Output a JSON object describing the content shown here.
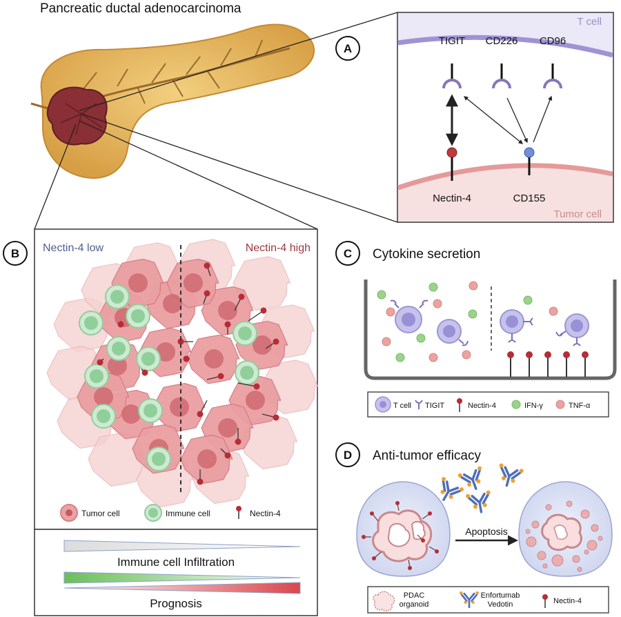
{
  "title": "Pancreatic ductal adenocarcinoma",
  "panel_a": {
    "letter": "A",
    "t_cell": "T cell",
    "tumor_cell": "Tumor cell",
    "receptors": [
      "TIGIT",
      "CD226",
      "CD96"
    ],
    "ligands": [
      "Nectin-4",
      "CD155"
    ]
  },
  "panel_b": {
    "letter": "B",
    "low_label": "Nectin-4 low",
    "high_label": "Nectin-4 high",
    "legend": [
      "Tumor cell",
      "Immune cell",
      "Nectin-4"
    ],
    "infiltration_label": "Immune cell Infiltration",
    "prognosis_label": "Prognosis"
  },
  "panel_c": {
    "letter": "C",
    "title": "Cytokine secretion",
    "legend": [
      "T cell",
      "TIGIT",
      "Nectin-4",
      "IFN-γ",
      "TNF-α"
    ]
  },
  "panel_d": {
    "letter": "D",
    "title": "Anti-tumor efficacy",
    "arrow_label": "Apoptosis",
    "legend": {
      "organoid_1": "PDAC",
      "organoid_2": "organoid",
      "drug_1": "Enfortumab",
      "drug_2": "Vedotin",
      "nectin": "Nectin-4"
    }
  },
  "colors": {
    "pancreas": "#e0b25a",
    "tumor": "#8a2f35",
    "t_cell_membrane": "#9f93d4",
    "tumor_membrane": "#e49a9a",
    "nectin4": "#c0393f",
    "cd155": "#6f8fd8",
    "immune": "#8fcf9a",
    "ifn": "#9bd38a",
    "tnf": "#eaa3a0",
    "antibody": "#4f6fb8",
    "low_text": "#4f5f8f",
    "high_text": "#9a3a3a"
  }
}
